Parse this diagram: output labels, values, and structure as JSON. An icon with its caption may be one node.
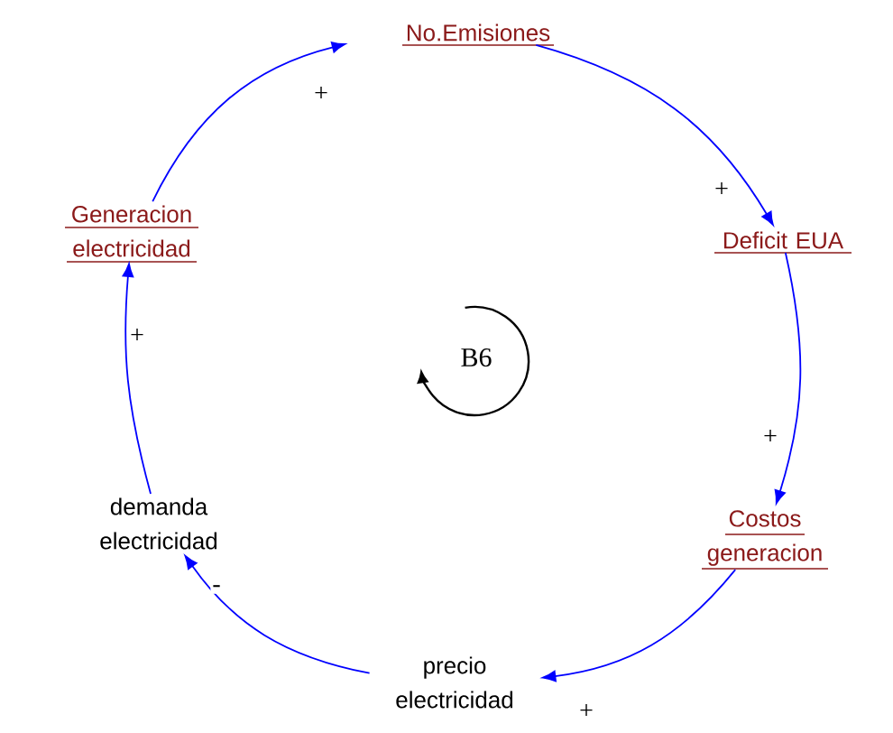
{
  "diagram": {
    "nodes": [
      {
        "text": [
          "No.Emisiones"
        ]
      },
      {
        "text": [
          "Deficit EUA"
        ]
      },
      {
        "text": [
          "Costos generacion"
        ]
      },
      {
        "text": [
          "precio electricidad"
        ]
      },
      {
        "text": [
          "demanda electricidad"
        ]
      },
      {
        "text": [
          "Generacion electricidad"
        ]
      }
    ],
    "edges": [
      {
        "from": 0,
        "to": 1,
        "arrow": "to",
        "label": "+"
      },
      {
        "from": 1,
        "to": 2,
        "arrow": "to",
        "label": "+"
      },
      {
        "from": 2,
        "to": 3,
        "arrow": "to",
        "label": "+"
      },
      {
        "from": 3,
        "to": 4,
        "arrow": "to",
        "label": "-"
      },
      {
        "from": 4,
        "to": 5,
        "arrow": "to",
        "label": "+"
      },
      {
        "from": 5,
        "to": 0,
        "arrow": "to",
        "label": "+"
      }
    ],
    "labels": [
      "B6"
    ]
  }
}
